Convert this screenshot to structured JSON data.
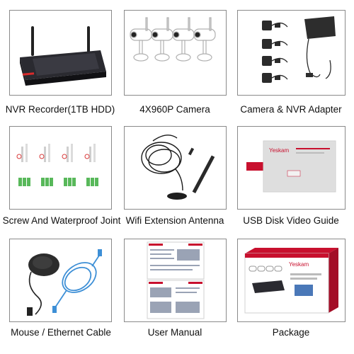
{
  "captions": {
    "nvr": "NVR Recorder(1TB HDD)",
    "camera": "4X960P Camera",
    "adapter": "Camera & NVR Adapter",
    "screw": "Screw And Waterproof Joint",
    "antenna": "Wifi Extension Antenna",
    "usb": "USB Disk Video Guide",
    "mouse": "Mouse / Ethernet Cable",
    "manual": "User Manual",
    "package": "Package"
  },
  "brand": {
    "usb": "Yeskam",
    "package": "Yeskam"
  },
  "colors": {
    "border": "#8a8a8a",
    "brand_red": "#c8102e",
    "cable_blue": "#3d8fd6",
    "nvr_dark": "#1e1e22"
  }
}
